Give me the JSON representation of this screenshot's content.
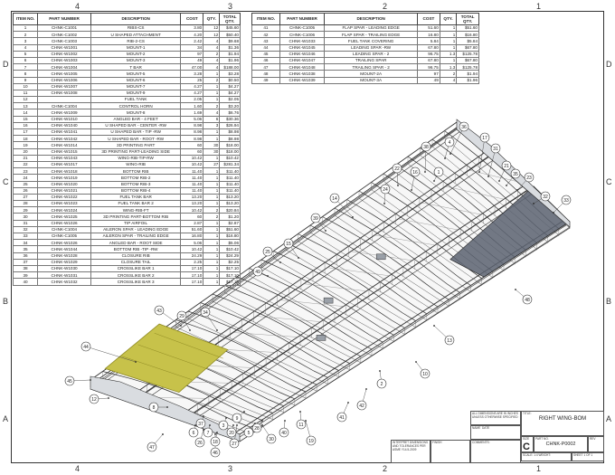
{
  "zones": {
    "top": [
      "4",
      "3",
      "2",
      "1"
    ],
    "bottom": [
      "4",
      "3",
      "2",
      "1"
    ],
    "left": [
      "D",
      "C",
      "B",
      "A"
    ],
    "right": [
      "D",
      "C",
      "B",
      "A"
    ]
  },
  "bom_headers": {
    "item": "ITEM NO.",
    "part": "PART NUMBER",
    "desc": "DESCRIPTION",
    "cost": "COST",
    "qty": "QTY.",
    "total": "TOTAL QTY."
  },
  "bom_left": [
    [
      "1",
      "CHNK-C1001",
      "RIBS-CS",
      "3.80",
      "12",
      "$45.60"
    ],
    [
      "2",
      "CHNK-C1002",
      "U SHAPED ATTACHMENT",
      "4.20",
      "12",
      "$50.40"
    ],
    [
      "3",
      "CHNK-C1003",
      "RIB-2-CS",
      "2.42",
      "4",
      "$9.68"
    ],
    [
      "4",
      "CHNK-W1001",
      "MOUNT-1",
      "34",
      "4",
      "$1.36"
    ],
    [
      "5",
      "CHNK-W1002",
      "MOUNT-2",
      "97",
      "2",
      "$1.94"
    ],
    [
      "6",
      "CHNK-W1003",
      "MOUNT-3",
      "49",
      "4",
      "$1.96"
    ],
    [
      "7",
      "CHNK-W1004",
      "T BAR",
      "47.00",
      "4",
      "$188.00"
    ],
    [
      "8",
      "CHNK-W1005",
      "MOUNT-5",
      "3.28",
      "1",
      "$3.28"
    ],
    [
      "9",
      "CHNK-W1006",
      "MOUNT-6",
      "25",
      "2",
      "$0.50"
    ],
    [
      "10",
      "CHNK-W1007",
      "MOUNT-7",
      "4.27",
      "1",
      "$4.27"
    ],
    [
      "11",
      "CHNK-W1008",
      "MOUNT-9",
      "4.27",
      "1",
      "$4.27"
    ],
    [
      "12",
      "",
      "FUEL TANK",
      "2.05",
      "1",
      "$2.05"
    ],
    [
      "13",
      "CHNK-C1004",
      "CONTROL HORN",
      "1.60",
      "2",
      "$3.20"
    ],
    [
      "14",
      "CHNK-W1009",
      "MOUNT-8",
      "1.69",
      "4",
      "$6.76"
    ],
    [
      "15",
      "CHNK-W1010",
      "ANGLED BAR - 4 FEET",
      "5.06",
      "6",
      "$30.36"
    ],
    [
      "16",
      "CHNK-W1040",
      "U SHAPED BAR - CENTER -RW",
      "8.98",
      "3",
      "$26.94"
    ],
    [
      "17",
      "CHNK-W1041",
      "U SHAPED BAR - TIP -RW",
      "8.98",
      "1",
      "$8.98"
    ],
    [
      "18",
      "CHNK-W1042",
      "U SHAPED BAR - ROOT -RW",
      "8.98",
      "1",
      "$8.98"
    ],
    [
      "19",
      "CHNK-W1014",
      "3D PRINTING PART",
      "60",
      "30",
      "$18.00"
    ],
    [
      "20",
      "CHNK-W1015",
      "3D PRINTING PART-LEADING SIDE",
      "60",
      "30",
      "$18.00"
    ],
    [
      "21",
      "CHNK-W1043",
      "WING-RIB-TIP-RW",
      "10.42",
      "1",
      "$10.42"
    ],
    [
      "22",
      "CHNK-W1017",
      "WING-RIB",
      "10.42",
      "27",
      "$281.34"
    ],
    [
      "23",
      "CHNK-W1018",
      "BOTTOM RIB",
      "11.40",
      "1",
      "$11.40"
    ],
    [
      "24",
      "CHNK-W1019",
      "BOTTOM RIB-2",
      "11.40",
      "1",
      "$11.40"
    ],
    [
      "25",
      "CHNK-W1020",
      "BOTTOM RIB-3",
      "11.40",
      "1",
      "$11.40"
    ],
    [
      "26",
      "CHNK-W1021",
      "BOTTOM RIB-4",
      "11.40",
      "1",
      "$11.40"
    ],
    [
      "27",
      "CHNK-W1022",
      "FUEL TANK BAR",
      "13.20",
      "1",
      "$13.20"
    ],
    [
      "28",
      "CHNK-W1023",
      "FUEL TANK BAR 2",
      "13.20",
      "1",
      "$13.20"
    ],
    [
      "29",
      "CHNK-W1024",
      "WING-RIB-FT",
      "10.42",
      "2",
      "$20.84"
    ],
    [
      "30",
      "CHNK-W1025",
      "3D PRINTING PART-BOTTOM RIB",
      "60",
      "2",
      "$1.20"
    ],
    [
      "31",
      "CHNK-W1026",
      "TIP AIRFOIL",
      "2.87",
      "1",
      "$2.87"
    ],
    [
      "32",
      "CHNK-C1004",
      "AILERON SPAR - LEADING EDGE",
      "51.60",
      "1",
      "$51.60"
    ],
    [
      "33",
      "CHNK-C1005",
      "AILERON SPAR - TRAILING EDGE",
      "16.80",
      "1",
      "$16.80"
    ],
    [
      "34",
      "CHNK-W1026",
      "ANGLED BAR - ROOT SIDE",
      "5.06",
      "1",
      "$5.06"
    ],
    [
      "35",
      "CHNK-W1044",
      "BOTTOM RIB -TIP -RW",
      "10.42",
      "1",
      "$10.42"
    ],
    [
      "36",
      "CHNK-W1028",
      "CLOSURE RIB",
      "24.29",
      "1",
      "$24.29"
    ],
    [
      "37",
      "CHNK-W1029",
      "CLOSURE TAIL",
      "2.25",
      "1",
      "$2.25"
    ],
    [
      "38",
      "CHNK-W1030",
      "CROSSLIKE BAR 1",
      "17.10",
      "1",
      "$17.10"
    ],
    [
      "39",
      "CHNK-W1031",
      "CROSSLIKE BAR 2",
      "17.10",
      "1",
      "$17.10"
    ],
    [
      "40",
      "CHNK-W1032",
      "CROSSLIKE BAR 3",
      "17.10",
      "1",
      "$17.10"
    ]
  ],
  "bom_right": [
    [
      "41",
      "CHNK-C1005",
      "FLAP SPAR - LEADING EDGE",
      "51.60",
      "1",
      "$51.60"
    ],
    [
      "42",
      "CHNK-C1006",
      "FLAP SPAR - TRAILING EDGE",
      "16.80",
      "1",
      "$16.80"
    ],
    [
      "43",
      "CHNK-W1033",
      "FUEL TANK COVERING",
      "5.84",
      "1",
      "$5.84"
    ],
    [
      "44",
      "CHNK-W1045",
      "LEADING SPAR -RW",
      "67.80",
      "1",
      "$67.80"
    ],
    [
      "45",
      "CHNK-W1046",
      "LEADING SPAR - 2",
      "96.75",
      "1.3",
      "$125.78"
    ],
    [
      "46",
      "CHNK-W1047",
      "TRAILING SPAR",
      "67.80",
      "1",
      "$67.80"
    ],
    [
      "47",
      "CHNK-W1048",
      "TRAILING SPAR - 2",
      "96.75",
      "1.3",
      "$125.78"
    ],
    [
      "48",
      "CHNK-W1038",
      "MOUNT-2A",
      "97",
      "2",
      "$1.94"
    ],
    [
      "49",
      "CHNK-W1039",
      "MOUNT-3A",
      "49",
      "4",
      "$1.96"
    ]
  ],
  "callouts": [
    "36",
    "4",
    "38",
    "1",
    "17",
    "31",
    "21",
    "35",
    "23",
    "32",
    "33",
    "22",
    "16",
    "24",
    "14",
    "39",
    "15",
    "25",
    "49",
    "48",
    "13",
    "43",
    "29",
    "34",
    "44",
    "45",
    "12",
    "8",
    "47",
    "26",
    "46",
    "27",
    "30",
    "19",
    "40",
    "11",
    "10",
    "2",
    "42",
    "41",
    "28",
    "5",
    "9",
    "20",
    "3",
    "18",
    "7",
    "37",
    "6"
  ],
  "title_block": {
    "note1": "ALL DIMENSIONS ARE IN INCHES UNLESS OTHERWISE SPECIFIED",
    "note2": "INTERPRET DIMENSIONS AND TOLERANCES PER ASME Y14.5-2009",
    "title_label": "TITLE:",
    "title": "RIGHT WING-BOM",
    "size_label": "SIZE",
    "size": "C",
    "part_label": "PART NO.",
    "part_no": "CHNK-P0002",
    "rev_label": "REV",
    "scale": "SCALE: 1:4  WEIGHT:",
    "sheet": "SHEET 1 OF 1",
    "finish": "FINISH",
    "comments": "COMMENTS:",
    "name_label": "NAME",
    "date_label": "DATE"
  },
  "colors": {
    "line": "#333333",
    "frame_line": "#555555",
    "tank": "#c7c24a",
    "tank_dark": "#8f8a22",
    "skin": "#5a6170",
    "panel": "#9aa0a8"
  }
}
